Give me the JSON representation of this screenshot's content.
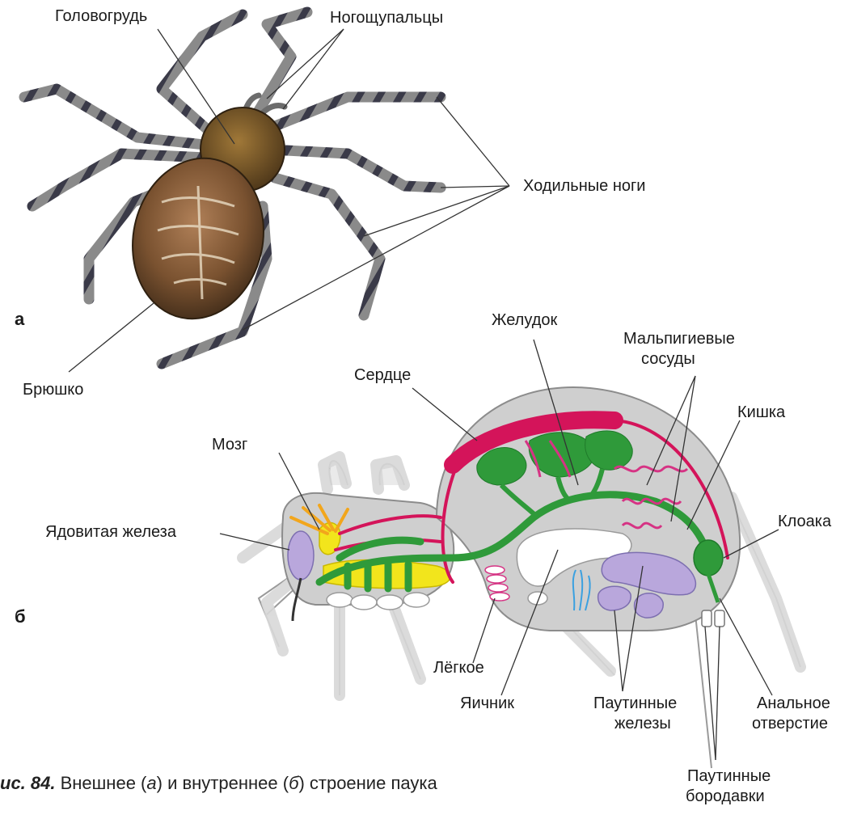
{
  "panels": {
    "a": "а",
    "b": "б"
  },
  "labels_a": {
    "cephalothorax": "Головогрудь",
    "pedipalps": "Ногощупальцы",
    "walking_legs": "Ходильные ноги",
    "abdomen": "Брюшко"
  },
  "labels_b": {
    "stomach": "Желудок",
    "malpighian_1": "Мальпигиевые",
    "malpighian_2": "сосуды",
    "heart": "Сердце",
    "intestine": "Кишка",
    "brain": "Мозг",
    "poison_gland": "Ядовитая железа",
    "cloaca": "Клоака",
    "lung": "Лёгкое",
    "ovary": "Яичник",
    "silk_glands_1": "Паутинные",
    "silk_glands_2": "железы",
    "anal_1": "Анальное",
    "anal_2": "отверстие",
    "spinnerets_1": "Паутинные",
    "spinnerets_2": "бородавки"
  },
  "caption": {
    "prefix": "ис. 84.",
    "text_1": " Внешнее (",
    "a": "а",
    "text_2": ") и внутреннее (",
    "b": "б",
    "text_3": ") строение паука"
  },
  "colors": {
    "body_gray": "#cfcfcf",
    "heart": "#d4145a",
    "gut": "#2f9a3a",
    "nervous": "#f2e51c",
    "glands": "#b9a7dc",
    "malpighian": "#d63384",
    "spider_body": "#6b4a2a"
  }
}
